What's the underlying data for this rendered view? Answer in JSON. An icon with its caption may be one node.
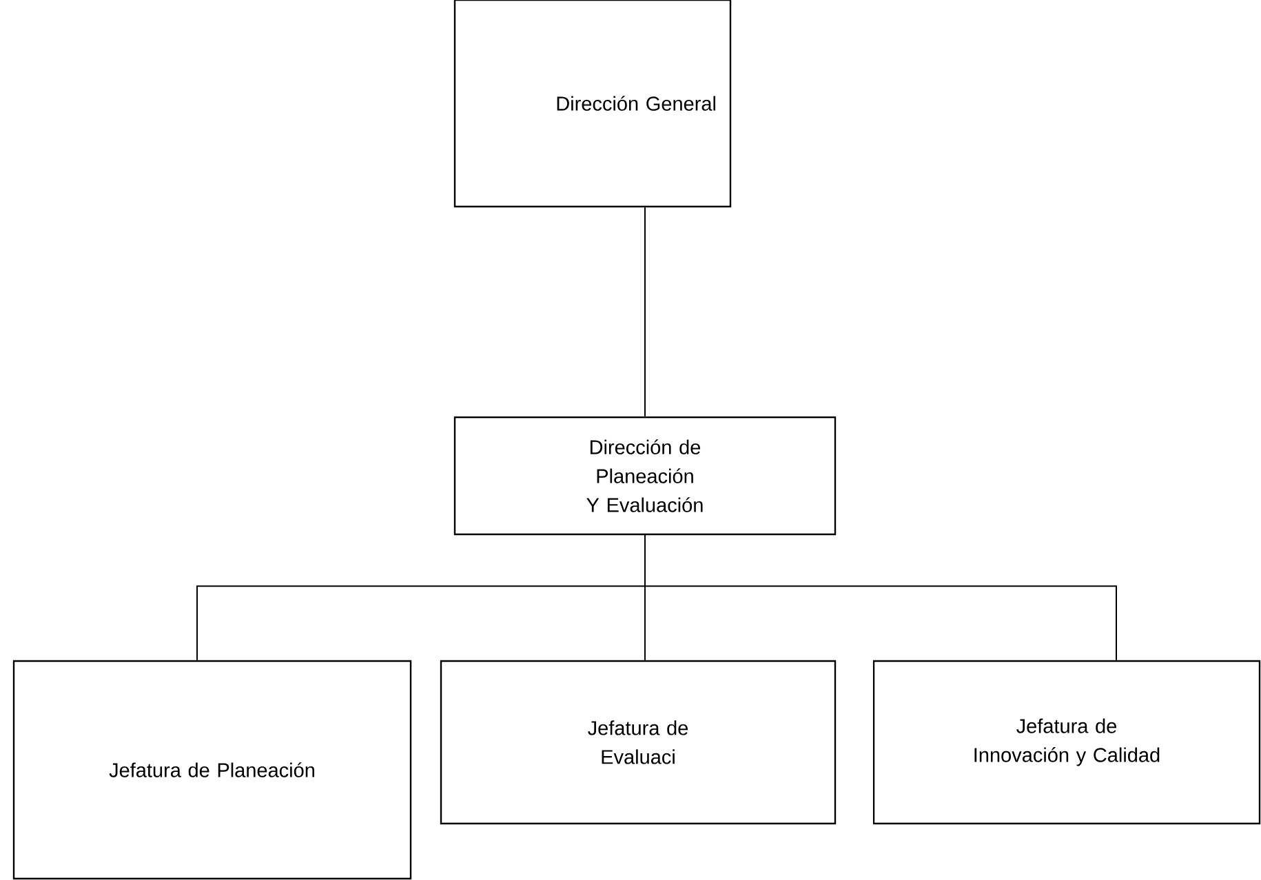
{
  "diagram": {
    "nodes": [
      {
        "text": [
          "Dirección General"
        ]
      },
      {
        "text": [
          "Dirección de Planeación Y Evaluación"
        ]
      },
      {
        "text": [
          "Jefatura de Planeación"
        ]
      },
      {
        "text": [
          "Jefatura de Evaluaci"
        ]
      },
      {
        "text": [
          "Jefatura de Innovación y Calidad"
        ]
      }
    ],
    "edges": [
      {
        "from": 0,
        "to": 1,
        "arrow": "none"
      },
      {
        "from": 1,
        "to": 2,
        "arrow": "none"
      },
      {
        "from": 1,
        "to": 3,
        "arrow": "none"
      },
      {
        "from": 1,
        "to": 4,
        "arrow": "none"
      }
    ]
  }
}
